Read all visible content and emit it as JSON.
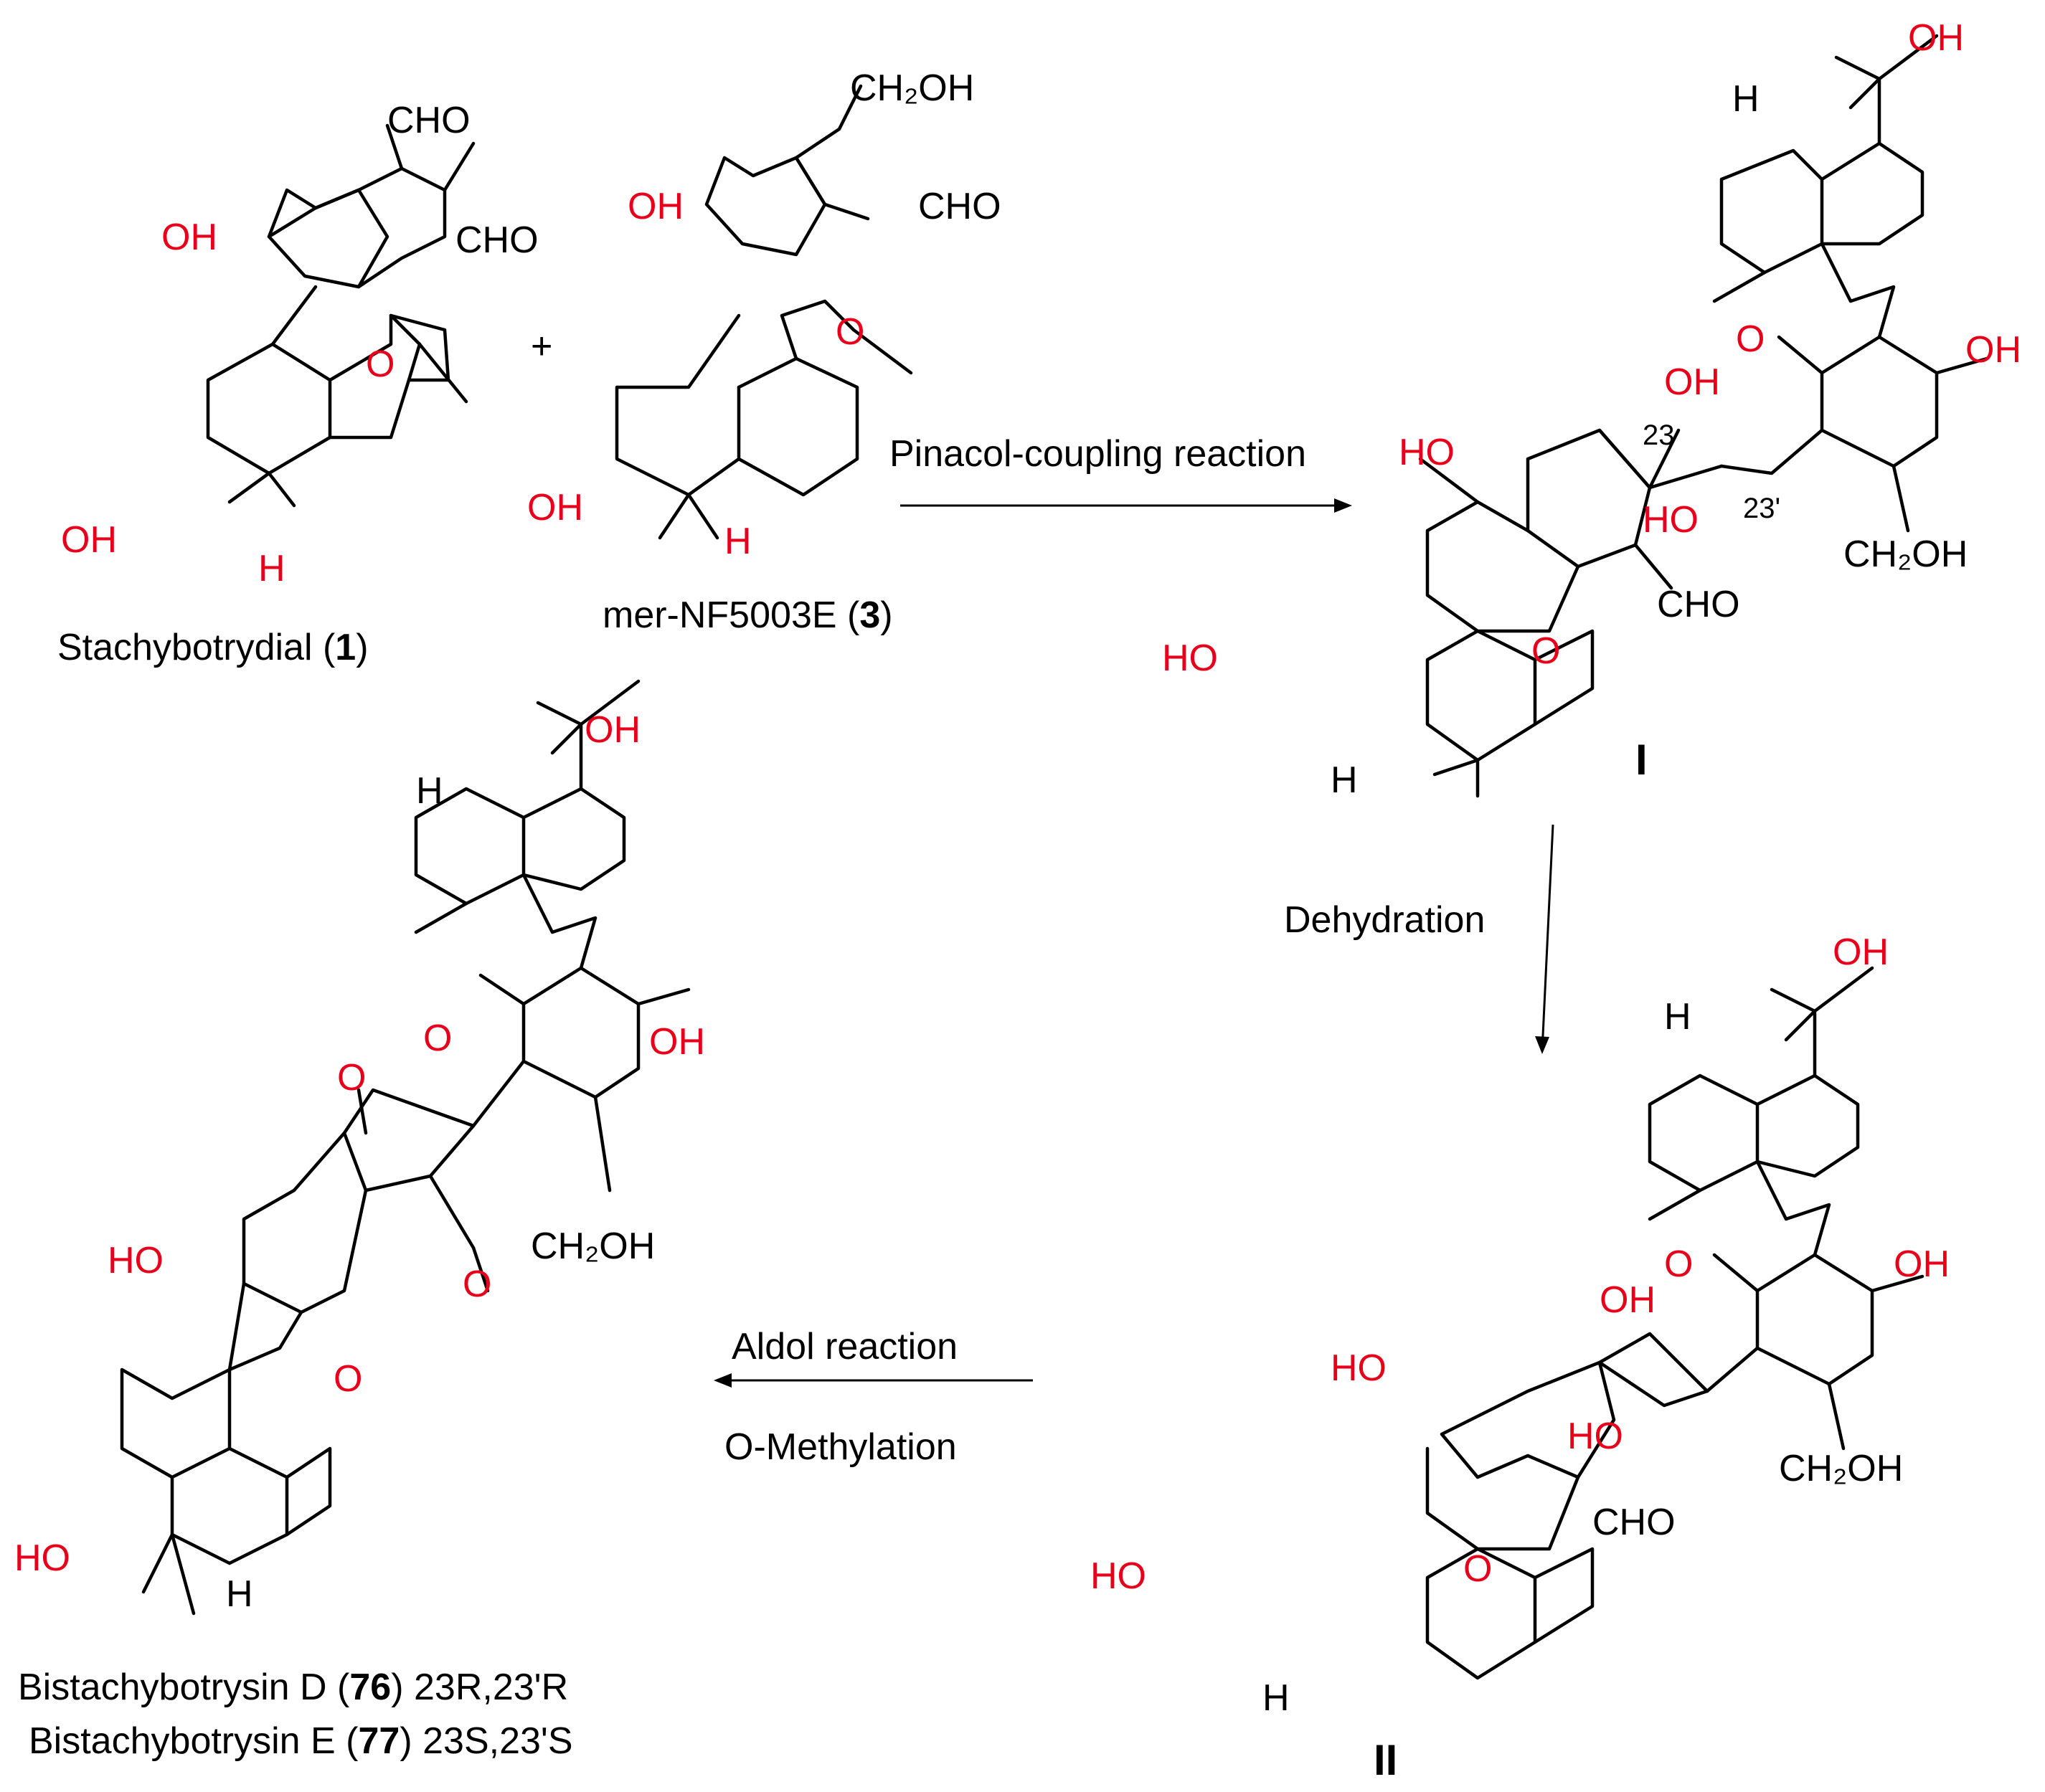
{
  "colors": {
    "heteroatom": "#e8001a",
    "text": "#000000",
    "background": "#ffffff"
  },
  "compounds": {
    "stachybotrydial": {
      "name": "Stachybotrydial (",
      "number": "1",
      "close": ")"
    },
    "mer_nf5003e": {
      "name": "mer-NF5003E (",
      "number": "3",
      "close": ")"
    },
    "intermediate_1": {
      "roman": "I",
      "locant_a": "23",
      "locant_b": "23'"
    },
    "intermediate_2": {
      "roman": "II"
    },
    "products": [
      {
        "name": "Bistachybotrysin D (",
        "number": "76",
        "config": ") 23R,23'R"
      },
      {
        "name": "Bistachybotrysin E (",
        "number": "77",
        "config": ") 23S,23'S"
      }
    ]
  },
  "plus": "+",
  "reactions": {
    "pinacol": "Pinacol-coupling reaction",
    "dehydration": "Dehydration",
    "aldol": "Aldol reaction",
    "methylation": "O-Methylation"
  },
  "atoms": {
    "oh": "OH",
    "ho": "HO",
    "cho": "CHO",
    "o": "O",
    "h": "H",
    "ch2oh": "CH₂OH"
  }
}
